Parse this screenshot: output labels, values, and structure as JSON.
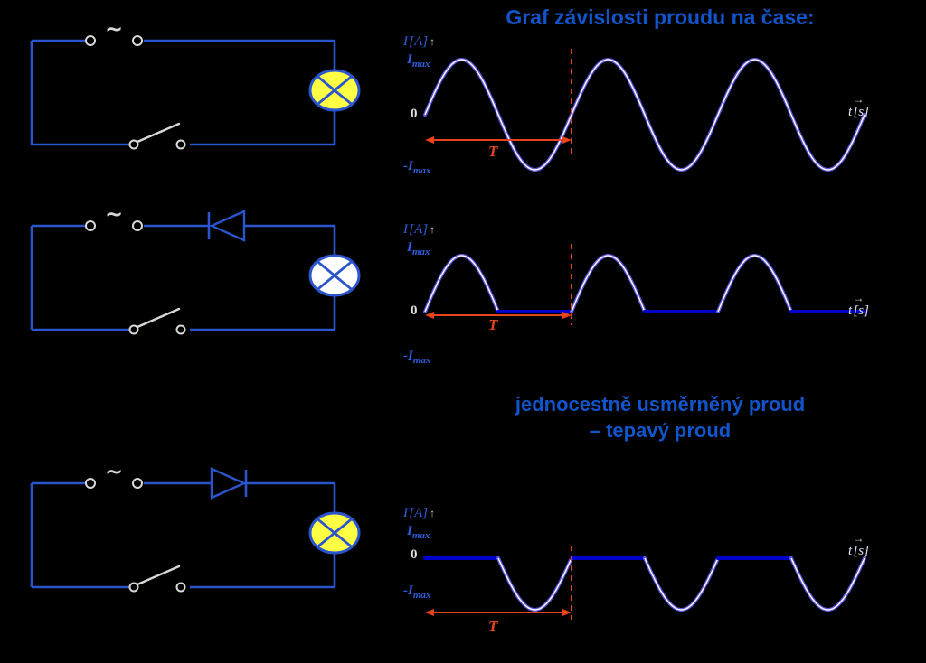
{
  "title": "Graf závislosti proudu na čase:",
  "caption": {
    "line1": "jednocestně usměrněný proud",
    "line2": "– tepavý proud"
  },
  "circuits": [
    {
      "source_label": "~",
      "lamp_state": "lit",
      "has_diode": false
    },
    {
      "source_label": "~",
      "lamp_state": "off",
      "has_diode": true,
      "diode_direction": "left"
    },
    {
      "source_label": "~",
      "lamp_state": "lit",
      "has_diode": true,
      "diode_direction": "right"
    }
  ],
  "graphs": [
    {
      "ylabel_main": "I",
      "ylabel_unit": "[A]",
      "ymax_main": "I",
      "ymax_sub": "max",
      "ymin_main": "-I",
      "ymin_sub": "max",
      "zero_label": "0",
      "xlabel_main": "t",
      "xlabel_unit": "[s]",
      "period_label": "T",
      "waveform": "sine",
      "cycles": 3
    },
    {
      "ylabel_main": "I",
      "ylabel_unit": "[A]",
      "ymax_main": "I",
      "ymax_sub": "max",
      "ymin_main": "-I",
      "ymin_sub": "max",
      "zero_label": "0",
      "xlabel_main": "t",
      "xlabel_unit": "[s]",
      "period_label": "T",
      "waveform": "half_wave_positive",
      "cycles": 3
    },
    {
      "ylabel_main": "I",
      "ylabel_unit": "[A]",
      "ymax_main": "I",
      "ymax_sub": "max",
      "ymin_main": "-I",
      "ymin_sub": "max",
      "zero_label": "0",
      "xlabel_main": "t",
      "xlabel_unit": "[s]",
      "period_label": "T",
      "waveform": "half_wave_negative",
      "cycles": 3
    }
  ],
  "chart_data": [
    {
      "type": "line",
      "waveform": "sine",
      "xlabel": "t [s]",
      "ylabel": "I [A]",
      "y_tick_labels": [
        "Imax",
        "0",
        "-Imax"
      ],
      "amplitude": 1,
      "period": 1,
      "cycles": 3,
      "period_marker": "T"
    },
    {
      "type": "line",
      "waveform": "half_wave_rectified_positive",
      "xlabel": "t [s]",
      "ylabel": "I [A]",
      "y_tick_labels": [
        "Imax",
        "0",
        "-Imax"
      ],
      "amplitude": 1,
      "period": 1,
      "cycles": 3,
      "period_marker": "T"
    },
    {
      "type": "line",
      "waveform": "half_wave_rectified_negative",
      "xlabel": "t [s]",
      "ylabel": "I [A]",
      "y_tick_labels": [
        "Imax",
        "0",
        "-Imax"
      ],
      "amplitude": 1,
      "period": 1,
      "cycles": 3,
      "period_marker": "T"
    }
  ],
  "colors": {
    "background": "#000000",
    "text_blue": "#1155cc",
    "axis_label_blue": "#2e5fe0",
    "wire_blue": "#2b55cc",
    "lamp_yellow": "#ffff44",
    "lamp_white": "#ffffff",
    "curve_light": "#5b55d8",
    "curve_core": "#ffffff",
    "flat_blue": "#0000cc",
    "marker_red": "#e8431c",
    "hardware_gray": "#d8d8d8"
  }
}
